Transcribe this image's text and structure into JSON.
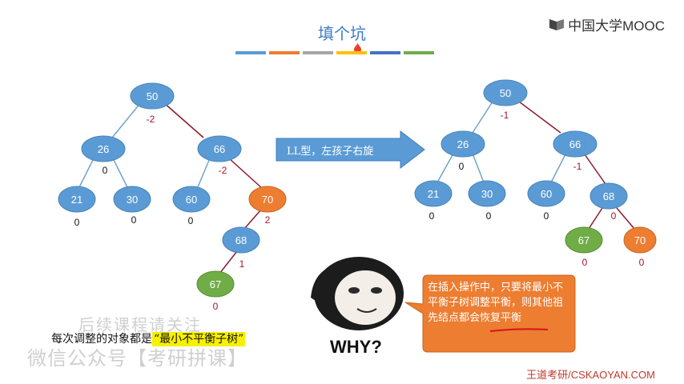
{
  "slide": {
    "title": "填个坑",
    "logo_text": "中国大学MOOC",
    "title_bar_colors": [
      "#5a9bd5",
      "#ed7d31",
      "#a5a5a5",
      "#ffc000",
      "#4472c4",
      "#70ad47"
    ],
    "arrow_label": "LL型，左孩子右旋",
    "bubble_text": "在插入操作中，只要将最小不平衡子树调整平衡，则其他祖先结点都会恢复平衡",
    "why_text": "WHY?",
    "note_prefix": "每次调整的对象都是",
    "note_highlight": "“最小不平衡子树”",
    "watermark_line1": "后续课程请关注",
    "watermark_line2": "微信公众号【考研拼课】",
    "footer": "王道考研/CSKAOYAN.COM"
  },
  "colors": {
    "node_blue": "#5b9bd5",
    "node_orange": "#ed7d31",
    "node_green": "#70ad47",
    "edge_blue": "#6fa4c9",
    "edge_red": "#8b1a2b",
    "balance_red": "#a01830",
    "arrow_fill": "#5b9bd5",
    "bubble_fill": "#ed7d31"
  },
  "left_tree": {
    "nodes": [
      {
        "key": "50",
        "balance": "-2",
        "color": "blue"
      },
      {
        "key": "26",
        "balance": "0",
        "color": "blue"
      },
      {
        "key": "66",
        "balance": "-2",
        "color": "blue"
      },
      {
        "key": "21",
        "balance": "0",
        "color": "blue"
      },
      {
        "key": "30",
        "balance": "0",
        "color": "blue"
      },
      {
        "key": "60",
        "balance": "0",
        "color": "blue"
      },
      {
        "key": "70",
        "balance": "2",
        "color": "orange"
      },
      {
        "key": "68",
        "balance": "1",
        "color": "blue"
      },
      {
        "key": "67",
        "balance": "0",
        "color": "green"
      }
    ]
  },
  "right_tree": {
    "nodes": [
      {
        "key": "50",
        "balance": "-1",
        "color": "blue"
      },
      {
        "key": "26",
        "balance": "0",
        "color": "blue"
      },
      {
        "key": "66",
        "balance": "-1",
        "color": "blue"
      },
      {
        "key": "21",
        "balance": "0",
        "color": "blue"
      },
      {
        "key": "30",
        "balance": "0",
        "color": "blue"
      },
      {
        "key": "60",
        "balance": "0",
        "color": "blue"
      },
      {
        "key": "68",
        "balance": "0",
        "color": "blue"
      },
      {
        "key": "67",
        "balance": "0",
        "color": "green"
      },
      {
        "key": "70",
        "balance": "0",
        "color": "orange"
      }
    ]
  }
}
